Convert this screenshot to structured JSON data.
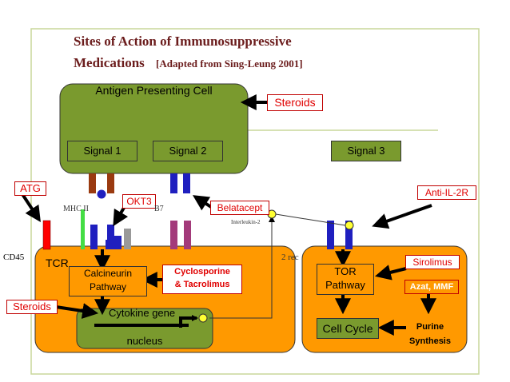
{
  "title_line1": "Sites of Action of Immunosuppressive",
  "title_line2_main": "Medications",
  "title_line2_cite": "[Adapted from Sing-Leung 2001]",
  "apc_label": "Antigen Presenting Cell",
  "signal1": "Signal 1",
  "signal2": "Signal 2",
  "signal3": "Signal 3",
  "steroids_top": "Steroids",
  "steroids_left": "Steroids",
  "atg": "ATG",
  "okt3": "OKT3",
  "belatacept": "Belatacept",
  "anti_il2r": "Anti-IL-2R",
  "sirolimus": "Sirolimus",
  "azat_mmf": "Azat, MMF",
  "mhc2": "MHC II",
  "b7": "B7",
  "interleukin2": "Interleukin-2",
  "cd45": "CD45",
  "il2rec": "2 rec",
  "tcr": "TCR",
  "calcineurin_line1": "Calcineurin",
  "calcineurin_line2": "Pathway",
  "cyclosporine_line1": "Cyclosporine",
  "cyclosporine_line2": "& Tacrolimus",
  "cytokine_gene": "Cytokine gene",
  "nucleus": "nucleus",
  "tor_line1": "TOR",
  "tor_line2": "Pathway",
  "cell_cycle": "Cell Cycle",
  "purine_line1": "Purine",
  "purine_line2": "Synthesis",
  "colors": {
    "apc_green": "#7a9a2e",
    "cell_orange": "#ff9900",
    "drug_red": "#e00000",
    "title_maroon": "#6b1c1c",
    "receptor_blue": "#1f1fbf",
    "receptor_brown": "#9a3a10",
    "receptor_purple": "#a33a7a",
    "marker_yellow": "#ffff33"
  }
}
